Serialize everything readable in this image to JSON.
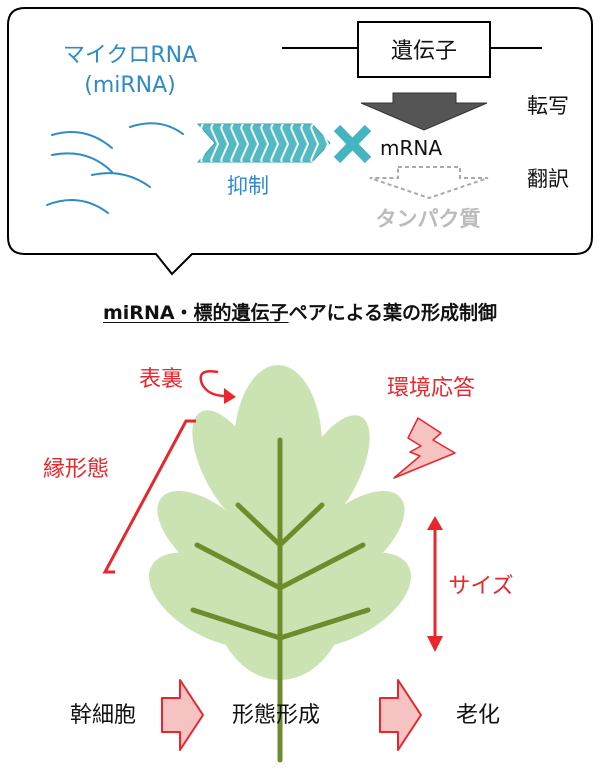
{
  "top_panel": {
    "mirna_line1": "マイクロRNA",
    "mirna_line2": "(miRNA)",
    "gene_label": "遺伝子",
    "transcription": "転写",
    "translation": "翻訳",
    "mrna_label": "mRNA",
    "repression": "抑制",
    "protein": "タンパク質"
  },
  "title": {
    "underlined": "miRNA・標的遺伝子",
    "rest": "ペアによる葉の形成制御"
  },
  "leaf_panel": {
    "adaxial_abaxial": "表裏",
    "environment_response": "環境応答",
    "margin_shape": "縁形態",
    "size": "サイズ",
    "stem_cells": "幹細胞",
    "morphogenesis": "形態形成",
    "senescence": "老化"
  },
  "colors": {
    "blue": "#2e8bc6",
    "red": "#e8262b",
    "leaf": "#cbe3b3",
    "vein": "#6f8c2d",
    "teal": "#4fb3bf",
    "gray": "#bbbbbb"
  }
}
